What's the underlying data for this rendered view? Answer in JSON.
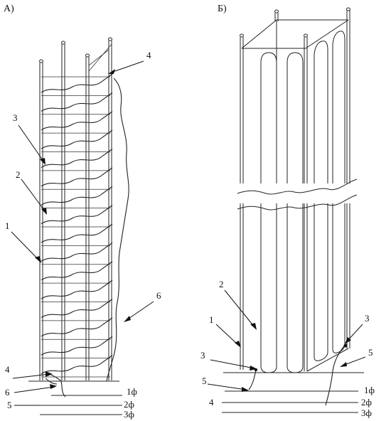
{
  "panel_a": {
    "title": "А)",
    "callouts": [
      "4",
      "3",
      "2",
      "1",
      "6",
      "4",
      "6",
      "5"
    ]
  },
  "panel_b": {
    "title": "Б)",
    "callouts": [
      "2",
      "1",
      "3",
      "3",
      "5",
      "5",
      "4"
    ]
  },
  "phase_labels": [
    "1ф",
    "2ф",
    "3ф"
  ],
  "colors": {
    "ink": "#222222",
    "background": "#ffffff"
  }
}
